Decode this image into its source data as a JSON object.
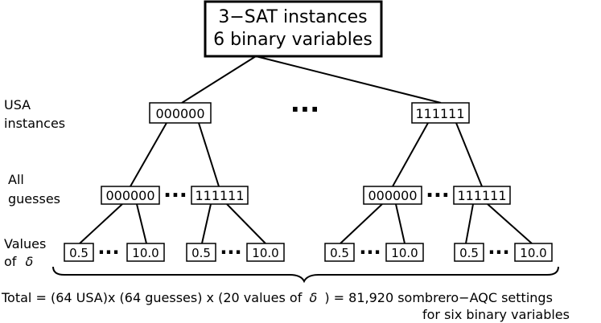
{
  "root": {
    "line1": "3−SAT instances",
    "line2": "6 binary variables"
  },
  "labels": {
    "usa_line1": "USA",
    "usa_line2": "instances",
    "guesses_line1": "All",
    "guesses_line2": "guesses",
    "values_line1": "Values",
    "values_line2_prefix": "of",
    "delta_symbol": "δ"
  },
  "nodes": {
    "usa_first": "000000",
    "usa_last": "111111",
    "guess_first": "000000",
    "guess_last": "111111",
    "delta_first": "0.5",
    "delta_last": "10.0"
  },
  "ellipsis": "...",
  "footer": {
    "line1_prefix": "Total = (64 USA)x (64 guesses) x (20 values of",
    "delta_symbol": "δ",
    "line1_suffix": ") = 81,920 sombrero−AQC settings",
    "line2": "for six binary variables"
  }
}
